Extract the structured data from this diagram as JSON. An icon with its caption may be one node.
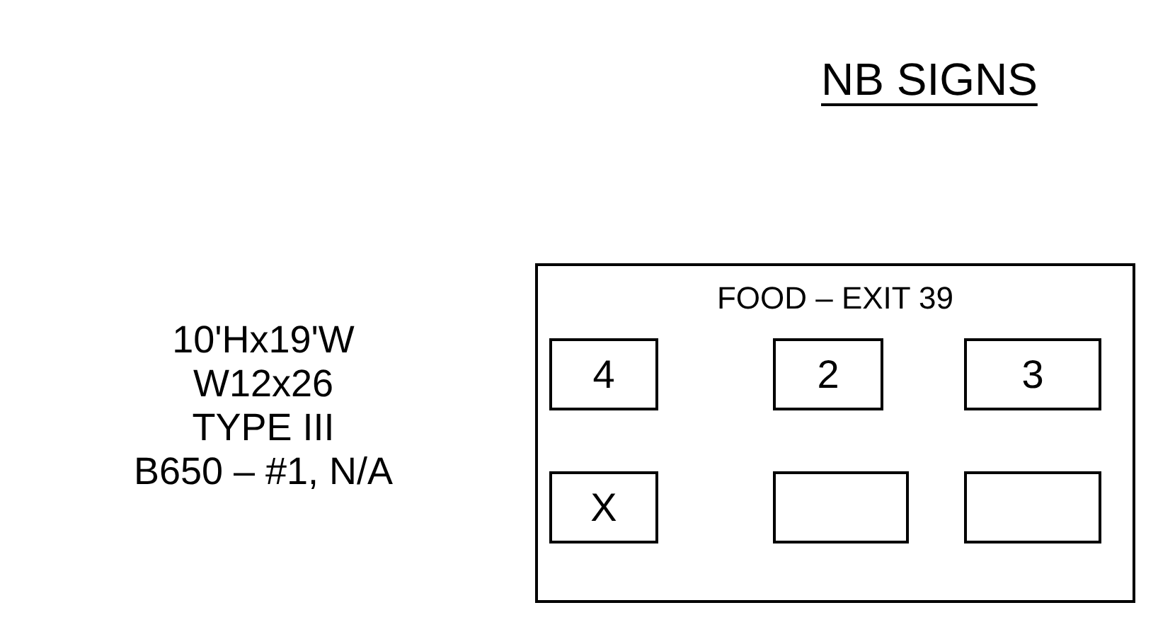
{
  "diagram": {
    "title": "NB SIGNS",
    "nodes": [
      {
        "text": [
          "FOOD – EXIT 39"
        ]
      },
      {
        "text": [
          "4"
        ],
        "in": 0
      },
      {
        "text": [
          "2"
        ],
        "in": 0
      },
      {
        "text": [
          "3"
        ],
        "in": 0
      },
      {
        "text": [
          "X"
        ],
        "in": 0
      },
      {
        "text": [],
        "shape": "box",
        "in": 0
      },
      {
        "text": [],
        "shape": "box",
        "in": 0
      }
    ],
    "edges": [],
    "labels": [
      "10'Hx19'W",
      "W12x26",
      "TYPE III",
      "B650 – #1, N/A"
    ]
  }
}
